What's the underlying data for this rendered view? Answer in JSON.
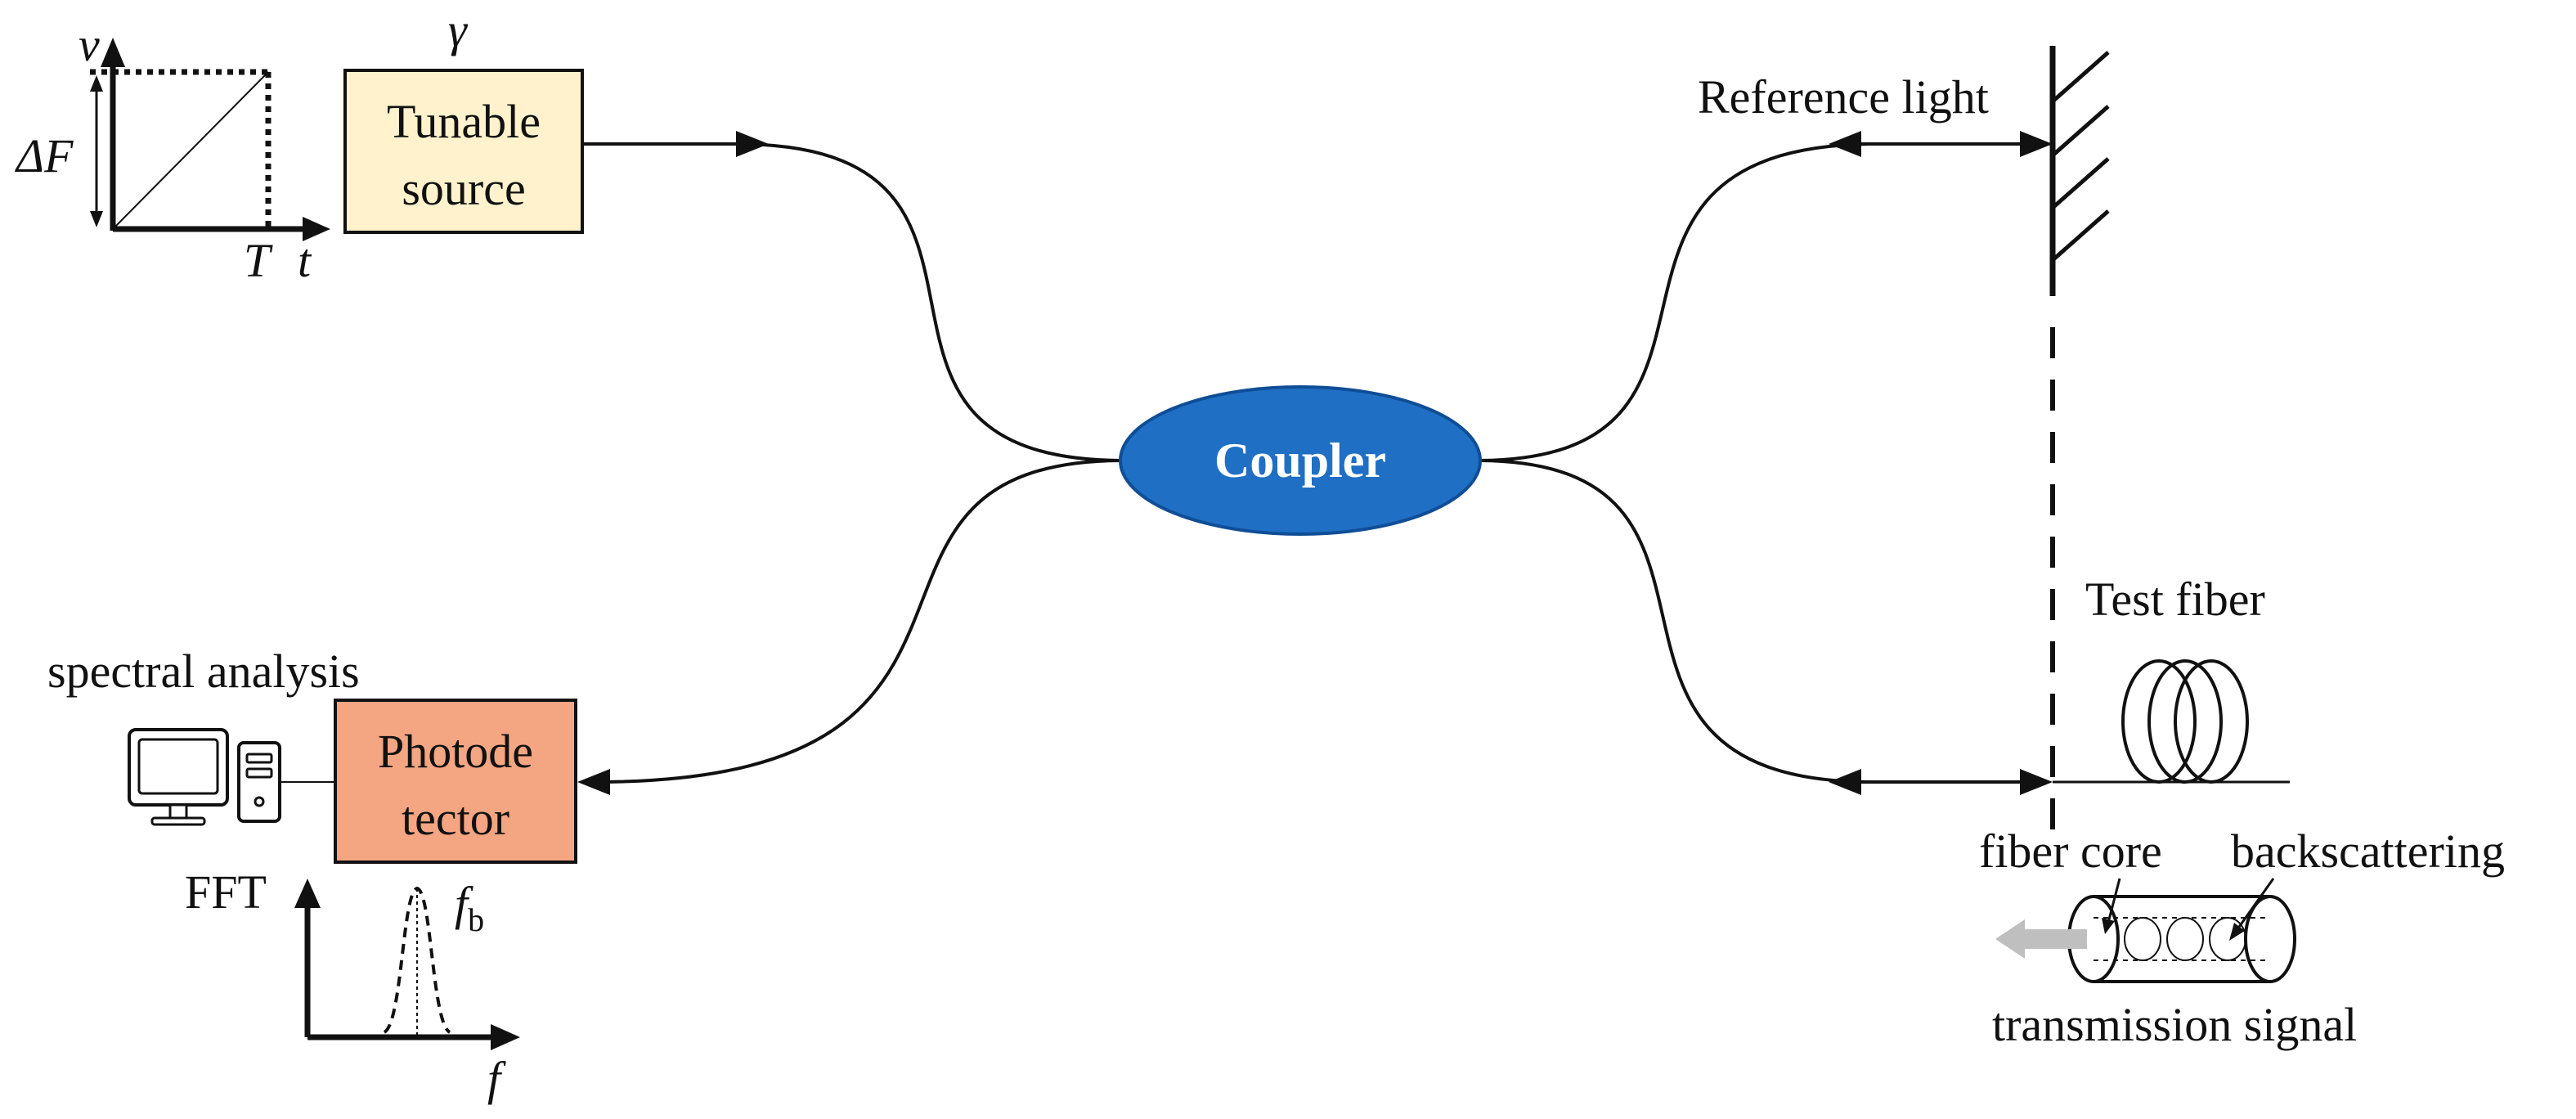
{
  "colors": {
    "tunable_source_fill": "#FFF2CC",
    "photodetector_fill": "#F4A582",
    "coupler_fill": "#1F6FC5",
    "coupler_text": "#FFFFFF",
    "line": "#111111",
    "signal_arrow": "#BFBFBF"
  },
  "source_inset": {
    "y_axis_label": "ν",
    "delta_label": "ΔF",
    "x_axis_label": "t",
    "period_label": "T"
  },
  "tunable_source": {
    "symbol": "γ",
    "line1": "Tunable",
    "line2": "source"
  },
  "coupler": {
    "label": "Coupler"
  },
  "photodetector": {
    "line1": "Photode",
    "line2": "tector"
  },
  "spectral_analysis": {
    "label": "spectral analysis",
    "icon": "computer-icon"
  },
  "fft_inset": {
    "y_label": "FFT",
    "x_label": "f",
    "peak_label": "f",
    "peak_subscript": "b"
  },
  "reference": {
    "label": "Reference light",
    "icon": "mirror-icon"
  },
  "test_fiber": {
    "label": "Test fiber",
    "icon": "fiber-coil-icon",
    "core_label": "fiber core",
    "backscatter_label": "backscattering",
    "transmission_label": "transmission signal"
  }
}
